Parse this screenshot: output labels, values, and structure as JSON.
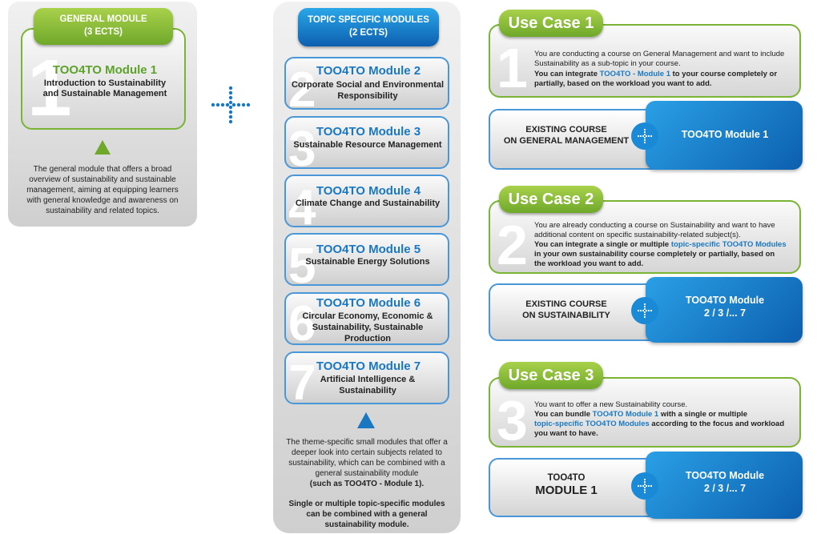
{
  "general": {
    "tag_line1": "GENERAL MODULE",
    "tag_line2": "(3 ECTS)",
    "number": "1",
    "module_title": "TOO4TO Module 1",
    "module_sub_line1": "Introduction to Sustainability",
    "module_sub_line2": "and Sustainable Management",
    "desc_lines": [
      "The general module that offers a broad",
      "overview of sustainability and sustainable",
      "management, aiming at equipping learners",
      "with general knowledge and awareness on",
      "sustainability and related topics."
    ]
  },
  "topic": {
    "tag_line1": "TOPIC SPECIFIC MODULES",
    "tag_line2": "(2 ECTS)",
    "modules": [
      {
        "num": "2",
        "title": "TOO4TO Module 2",
        "sub1": "Corporate Social and Environmental",
        "sub2": "Responsibility",
        "sub3": ""
      },
      {
        "num": "3",
        "title": "TOO4TO Module 3",
        "sub1": "Sustainable Resource Management",
        "sub2": "",
        "sub3": ""
      },
      {
        "num": "4",
        "title": "TOO4TO Module 4",
        "sub1": "Climate Change and Sustainability",
        "sub2": "",
        "sub3": ""
      },
      {
        "num": "5",
        "title": "TOO4TO Module 5",
        "sub1": "Sustainable Energy Solutions",
        "sub2": "",
        "sub3": ""
      },
      {
        "num": "6",
        "title": "TOO4TO Module 6",
        "sub1": "Circular Economy, Economic &",
        "sub2": "Sustainability, Sustainable",
        "sub3": "Production"
      },
      {
        "num": "7",
        "title": "TOO4TO Module 7",
        "sub1": "Artificial Intelligence &",
        "sub2": "Sustainability",
        "sub3": ""
      }
    ],
    "desc_lines": [
      "The theme-specific small modules that offer a",
      "deeper look into certain subjects related to",
      "sustainability, which can be combined with a",
      "general sustainability module"
    ],
    "desc_bold": "(such as TOO4TO - Module 1).",
    "footer_lines": [
      "Single or multiple topic-specific modules",
      "can be combined with a general",
      "sustainability module."
    ]
  },
  "usecases": [
    {
      "label": "Use Case 1",
      "num": "1",
      "line1": "You are conducting a course on General Management and want to include",
      "line2": "Sustainability as a sub-topic in your course.",
      "bold_a": "You can integrate ",
      "hl_a": "TOO4TO - Module 1",
      "bold_b": " to your course completely or",
      "bold_line2": "partially, based on the workload you want to add.",
      "existing_line1": "EXISTING COURSE",
      "existing_line2": "ON GENERAL MANAGEMENT",
      "module_line1": "TOO4TO Module 1",
      "module_line2": ""
    },
    {
      "label": "Use Case 2",
      "num": "2",
      "line1": "You are already conducting a course on Sustainability and want to have",
      "line2": "additional content on specific sustainability-related subject(s).",
      "bold_a": "You can integrate a single or multiple ",
      "hl_a": "topic-specific TOO4TO Modules",
      "bold_b": "",
      "bold_line2": "in your own sustainability course completely or partially, based on",
      "bold_line3": "the workload you want to add.",
      "existing_line1": "EXISTING COURSE",
      "existing_line2": "ON SUSTAINABILITY",
      "module_line1": "TOO4TO Module",
      "module_line2": "2 / 3 /... 7"
    },
    {
      "label": "Use Case 3",
      "num": "3",
      "line1": "You want to offer a new Sustainability course.",
      "bold_a": "You can bundle ",
      "hl_a": "TOO4TO  Module 1",
      "bold_b": " with a single or multiple",
      "hl_b": "topic-specific TOO4TO Modules",
      "bold_c": " according to the focus and workload",
      "bold_line3": "you want to have.",
      "existing_line1": "TOO4TO",
      "existing_line2": "MODULE 1",
      "module_line1": "TOO4TO Module",
      "module_line2": "2 / 3 /... 7"
    }
  ],
  "colors": {
    "green": "#6fa82a",
    "blue": "#1a78c2",
    "grey": "#d6d6d6"
  }
}
